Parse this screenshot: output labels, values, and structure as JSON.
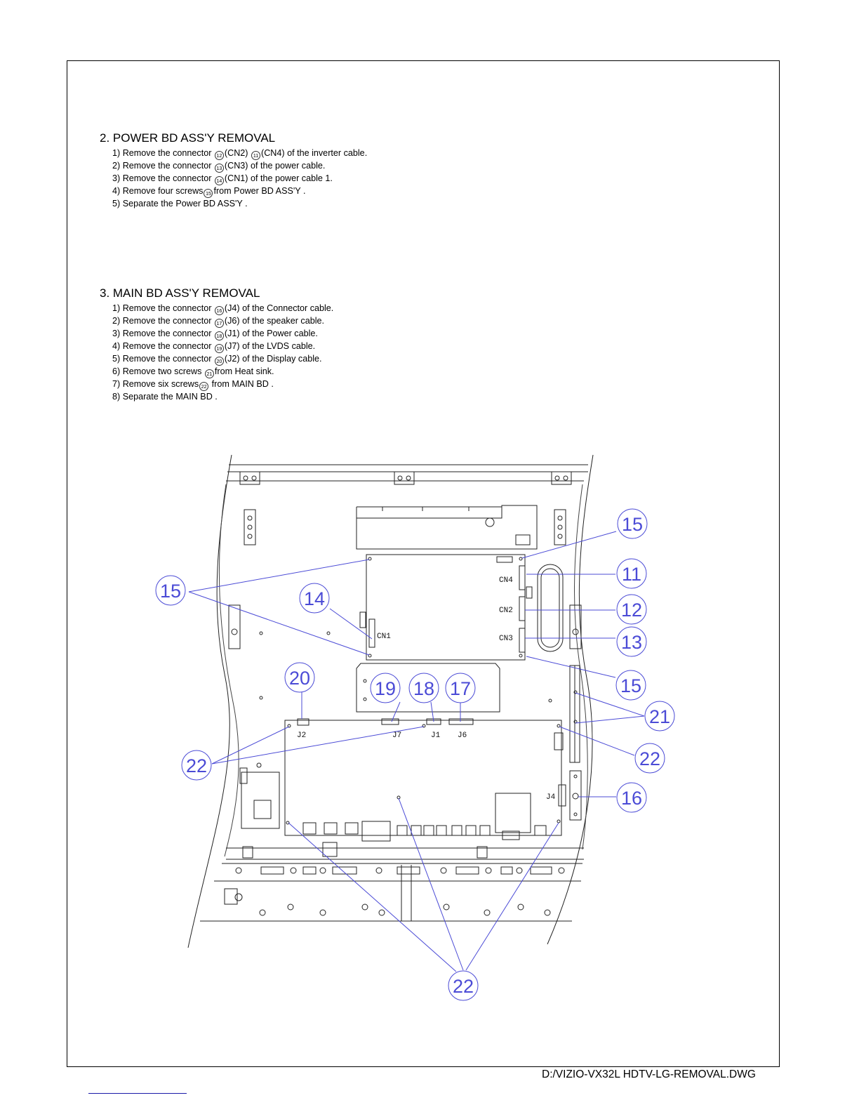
{
  "section_power": {
    "title": "2. POWER BD ASS'Y REMOVAL",
    "steps": [
      {
        "pre": "1) Remove the connector ",
        "c1": "12",
        "mid": "(CN2) ",
        "c2": "11",
        "post": "(CN4) of the inverter cable."
      },
      {
        "pre": "2) Remove the connector ",
        "c1": "13",
        "post": "(CN3) of the power cable."
      },
      {
        "pre": "3) Remove the connector ",
        "c1": "14",
        "post": "(CN1) of the power cable 1."
      },
      {
        "pre": "4) Remove four screws",
        "c1": "15",
        "post": "from Power BD ASS'Y ."
      },
      {
        "pre": "5) Separate the Power BD ASS'Y ."
      }
    ]
  },
  "section_main": {
    "title": "3. MAIN BD ASS'Y REMOVAL",
    "steps": [
      {
        "pre": "1) Remove the connector ",
        "c1": "16",
        "post": "(J4) of the Connector cable."
      },
      {
        "pre": "2) Remove the connector ",
        "c1": "17",
        "post": "(J6) of the speaker cable."
      },
      {
        "pre": "3) Remove the connector ",
        "c1": "18",
        "post": "(J1) of the Power cable."
      },
      {
        "pre": "4) Remove the connector ",
        "c1": "19",
        "post": "(J7) of the LVDS cable."
      },
      {
        "pre": "5) Remove the connector ",
        "c1": "20",
        "post": "(J2) of the Display cable."
      },
      {
        "pre": "6) Remove two screws ",
        "c1": "21",
        "post": "from Heat sink."
      },
      {
        "pre": "7) Remove six screws",
        "c1": "22",
        "post": " from MAIN BD ."
      },
      {
        "pre": "8) Separate the MAIN BD ."
      }
    ]
  },
  "diagram": {
    "connector_labels": {
      "cn4": "CN4",
      "cn2": "CN2",
      "cn3": "CN3",
      "cn1": "CN1",
      "j2": "J2",
      "j7": "J7",
      "j1": "J1",
      "j6": "J6",
      "j4": "J4"
    },
    "callouts": {
      "c15a": "15",
      "c15b": "15",
      "c15c": "15",
      "c11": "11",
      "c12": "12",
      "c13": "13",
      "c14": "14",
      "c20": "20",
      "c19": "19",
      "c18": "18",
      "c17": "17",
      "c21": "21",
      "c22a": "22",
      "c22b": "22",
      "c22c": "22",
      "c16": "16"
    },
    "callout_color": "#4b4bd6"
  },
  "footer": {
    "file_name": "D:/VIZIO-VX32L HDTV-LG-REMOVAL.DWG"
  }
}
